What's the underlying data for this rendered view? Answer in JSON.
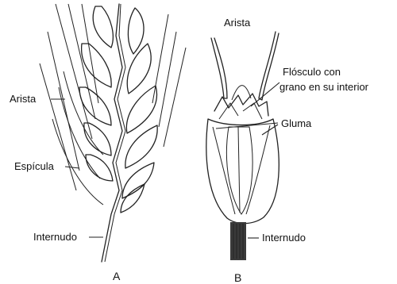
{
  "figure": {
    "panel_a": {
      "letter": "A",
      "labels": {
        "arista": "Arista",
        "espicula": "Espícula",
        "internudo": "Internudo"
      }
    },
    "panel_b": {
      "letter": "B",
      "labels": {
        "arista": "Arista",
        "flosculo_line1": "Flósculo con",
        "flosculo_line2": "grano en su interior",
        "gluma": "Gluma",
        "internudo": "Internudo"
      }
    },
    "colors": {
      "ink": "#222222",
      "stipple": "#555555",
      "background": "#ffffff"
    }
  }
}
